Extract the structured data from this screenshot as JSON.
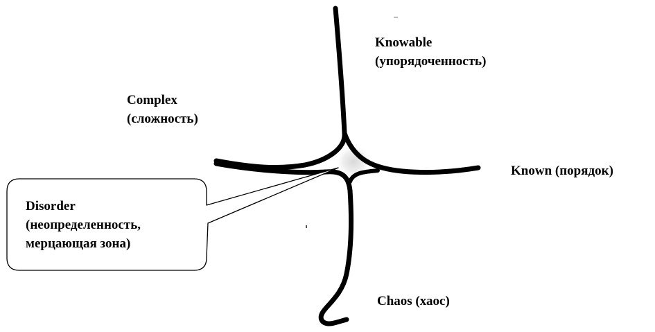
{
  "diagram": {
    "domains": {
      "knowable": {
        "line1": "Knowable",
        "line2": "(упорядоченность)"
      },
      "complex": {
        "line1": "Complex",
        "line2": "(сложность)"
      },
      "known": {
        "line1": "Known (порядок)"
      },
      "chaos": {
        "line1": "Chaos (хаос)"
      }
    },
    "callout": {
      "line1": "Disorder",
      "line2": "(неопределенность,",
      "line3": "мерцающая зона)"
    },
    "colors": {
      "stroke": "#000000",
      "background": "#ffffff",
      "center_glow": "#e6e6e6"
    }
  }
}
